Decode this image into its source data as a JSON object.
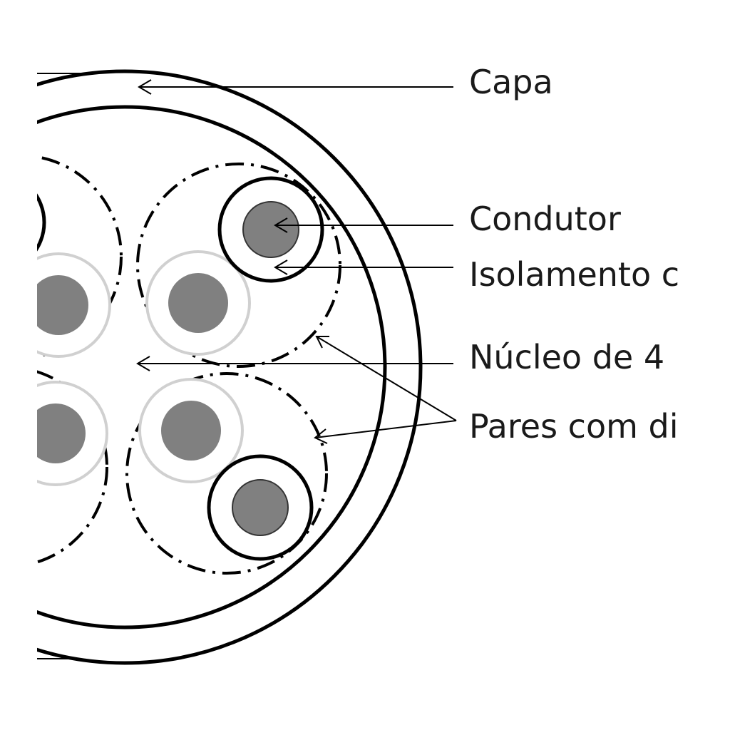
{
  "labels": {
    "capa": "Capa",
    "condutor": "Condutor",
    "isolamento": "Isolamento c",
    "nucleo": "Núcleo de 4",
    "pares": "Pares com di"
  },
  "colors": {
    "line": "#000000",
    "conductor_fill": "#808080",
    "conductor_stroke": "#333333",
    "light_insulation": "#d0d0d0",
    "background": "#ffffff"
  }
}
